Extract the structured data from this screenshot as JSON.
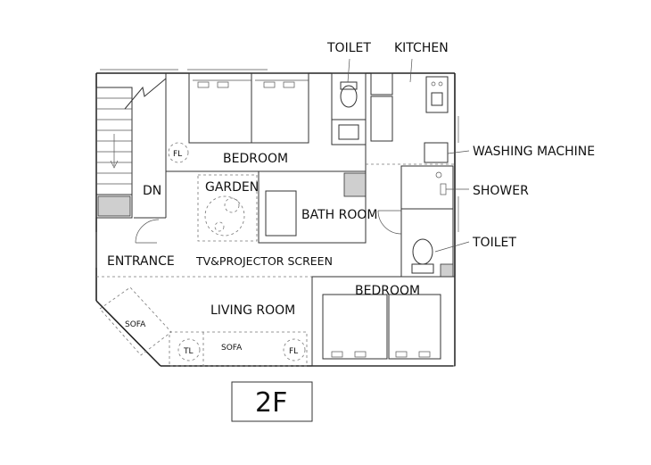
{
  "floor_label": "2F",
  "rooms": {
    "bedroom_main": "BEDROOM",
    "garden": "GARDEN",
    "bath_room": "BATH ROOM",
    "entrance": "ENTRANCE",
    "dn": "DN",
    "tv_screen": "TV&PROJECTOR SCREEN",
    "living_room": "LIVING ROOM",
    "bedroom_second": "BEDROOM"
  },
  "fixtures": {
    "fl_upper": "FL",
    "fl_lower": "FL",
    "tl": "TL",
    "sofa_angled": "SOFA",
    "sofa_main": "SOFA"
  },
  "callouts": {
    "toilet_top": "TOILET",
    "kitchen": "KITCHEN",
    "washing_machine": "WASHING MACHINE",
    "shower": "SHOWER",
    "toilet_right": "TOILET"
  }
}
